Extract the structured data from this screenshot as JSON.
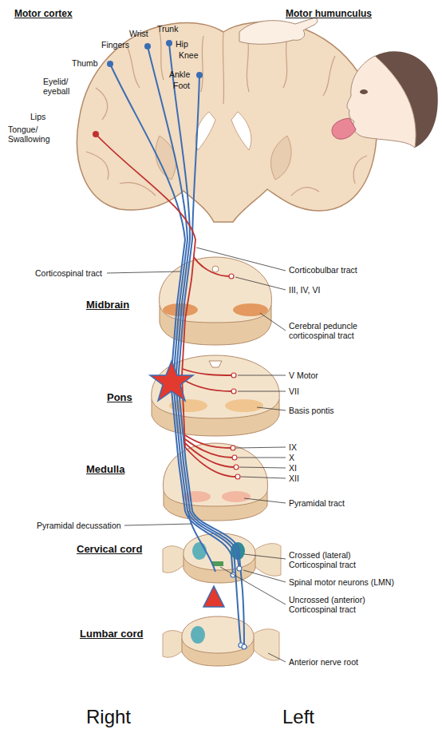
{
  "diagram": {
    "labels": [
      "Motor cortex",
      "Motor humunculus",
      "Trunk",
      "Wrist",
      "Fingers",
      "Hip",
      "Knee",
      "Thumb",
      "Ankle",
      "Foot",
      "Eyelid/ eyeball",
      "Lips",
      "Tongue/ Swallowing",
      "Corticospinal tract",
      "Corticobulbar tract",
      "III, IV, VI",
      "Midbrain",
      "Cerebral peduncle corticospinal tract",
      "Pons",
      "V Motor",
      "VII",
      "Basis pontis",
      "Medulla",
      "IX",
      "X",
      "XI",
      "XII",
      "Pyramidal tract",
      "Pyramidal decussation",
      "Cervical cord",
      "Crossed (lateral) Corticospinal tract",
      "Spinal motor neurons (LMN)",
      "Uncrossed (anterior) Corticospinal tract",
      "Lumbar cord",
      "Anterior nerve root",
      "Right",
      "Left"
    ]
  }
}
